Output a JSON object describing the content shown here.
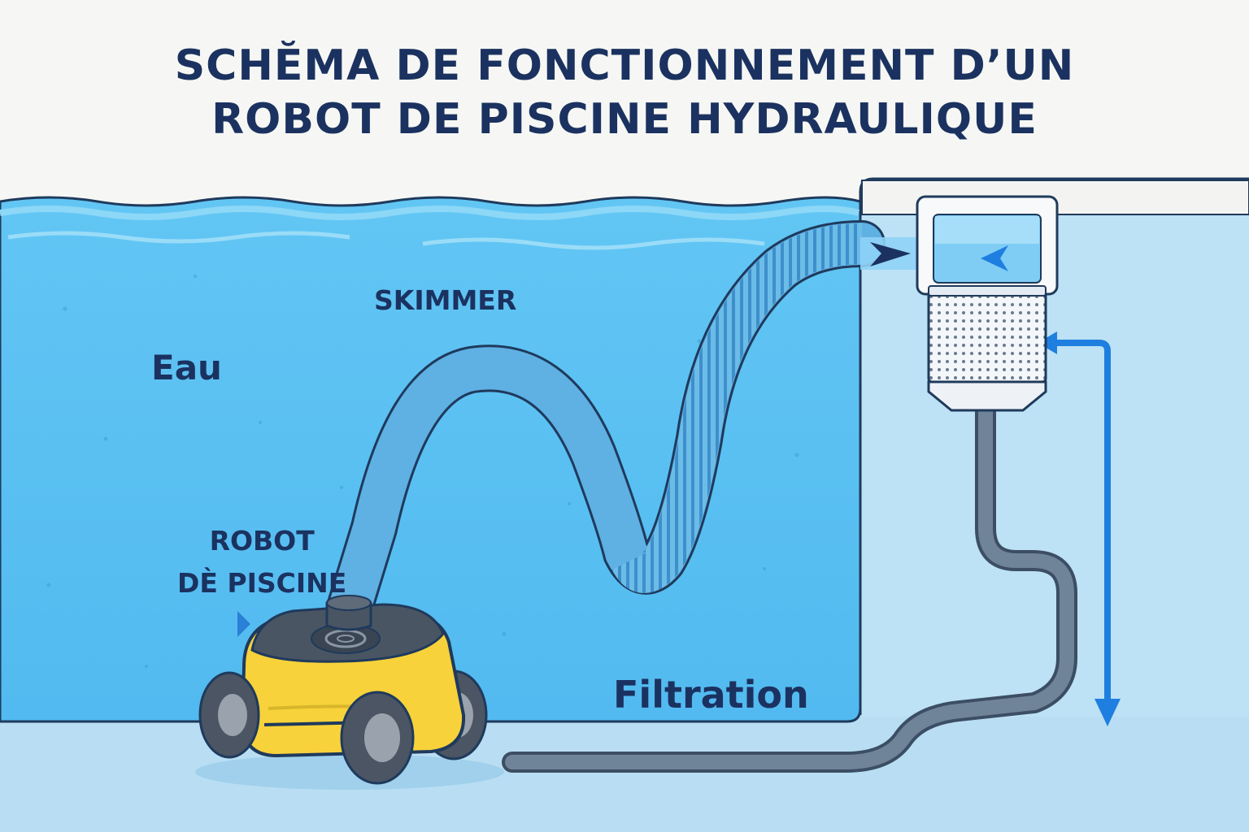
{
  "title": {
    "line1": "SCHĔMA DE FONCTIONNEMENT D’UN",
    "line2": "ROBOT DE PISCINE HYDRAULIQUE"
  },
  "labels": {
    "skimmer": "SKIMMER",
    "eau": "Eau",
    "robot_line1": "ROBOT",
    "robot_line2": "DÈ PISCINE",
    "filtration": "Filtration"
  },
  "colors": {
    "title": "#1b3260",
    "pool_water": "#5bc3f2",
    "pool_floor": "#b9def3",
    "robot_body": "#f7d23a",
    "hose": "#5fb0e3",
    "pipe": "#5f7389",
    "arrow": "#1f7fe0"
  }
}
